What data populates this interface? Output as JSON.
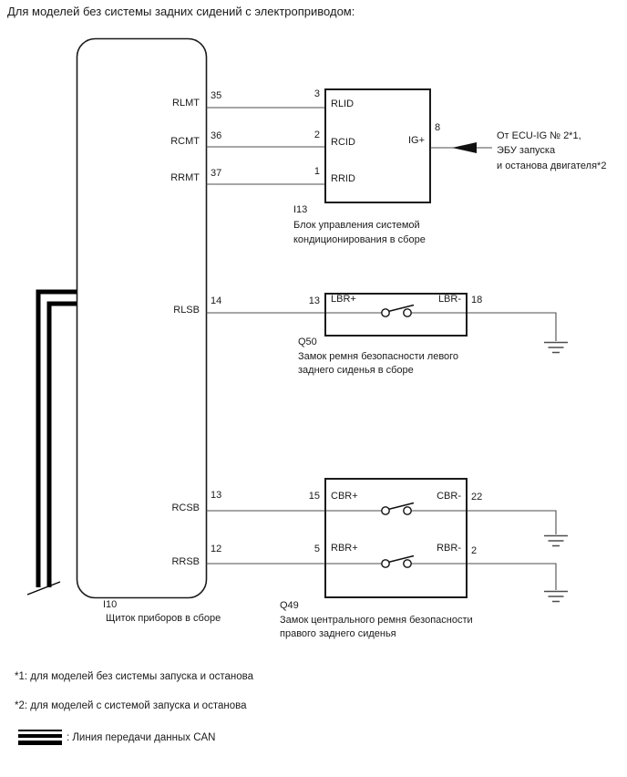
{
  "title": "Для моделей без системы задних сидений с электроприводом:",
  "i10": {
    "id": "I10",
    "caption": "Щиток приборов в сборе",
    "pins": [
      {
        "label": "RLMT",
        "num": "35"
      },
      {
        "label": "RCMT",
        "num": "36"
      },
      {
        "label": "RRMT",
        "num": "37"
      },
      {
        "label": "RLSB",
        "num": "14"
      },
      {
        "label": "RCSB",
        "num": "13"
      },
      {
        "label": "RRSB",
        "num": "12"
      }
    ]
  },
  "i13": {
    "id": "I13",
    "caption_line1": "Блок управления системой",
    "caption_line2": "кондиционирования в сборе",
    "pins_in": [
      {
        "num": "3",
        "label": "RLID"
      },
      {
        "num": "2",
        "label": "RCID"
      },
      {
        "num": "1",
        "label": "RRID"
      }
    ],
    "pin_out": {
      "label": "IG+",
      "num": "8"
    }
  },
  "ig_note": {
    "line1": "От ECU-IG № 2*1,",
    "line2": "ЭБУ запуска",
    "line3": "и останова двигателя*2"
  },
  "q50": {
    "id": "Q50",
    "caption_line1": "Замок ремня безопасности левого",
    "caption_line2": "заднего сиденья в сборе",
    "pin_in": {
      "num": "13",
      "label": "LBR+"
    },
    "pin_out": {
      "label": "LBR-",
      "num": "18"
    }
  },
  "q49": {
    "id": "Q49",
    "caption_line1": "Замок центрального ремня безопасности",
    "caption_line2": "правого заднего сиденья",
    "rows": [
      {
        "pin_in": {
          "num": "15",
          "label": "CBR+"
        },
        "pin_out": {
          "label": "CBR-",
          "num": "22"
        }
      },
      {
        "pin_in": {
          "num": "5",
          "label": "RBR+"
        },
        "pin_out": {
          "label": "RBR-",
          "num": "2"
        }
      }
    ]
  },
  "footnotes": {
    "f1": "*1: для моделей без системы запуска и останова",
    "f2": "*2: для моделей с системой запуска и останова"
  },
  "legend": {
    "label": ": Линия передачи данных CAN"
  }
}
